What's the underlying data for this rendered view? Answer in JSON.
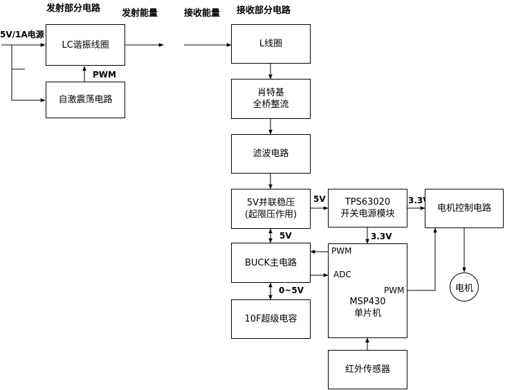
{
  "headings": {
    "tx_section": "发射部分电路",
    "tx_energy": "发射能量",
    "rx_energy": "接收能量",
    "rx_section": "接收部分电路"
  },
  "blocks": {
    "lc_coil": "LC谐振线圈",
    "self_osc": "自激震荡电路",
    "l_coil": "L线圈",
    "schottky_1": "肖特基",
    "schottky_2": "全桥整流",
    "filter": "滤波电路",
    "shunt_1": "5V并联稳压",
    "shunt_2": "(起限压作用)",
    "tps_1": "TPS63020",
    "tps_2": "开关电源模块",
    "motor_ctrl": "电机控制电路",
    "buck": "BUCK主电路",
    "supercap": "10F超级电容",
    "mcu_1": "MSP430",
    "mcu_2": "单片机",
    "ir": "红外传感器",
    "motor": "电机"
  },
  "signals": {
    "power_in": "5V/1A电源",
    "pwm_osc": "PWM",
    "v5_tps": "5V",
    "v33_motor": "3.3V",
    "v33_mcu": "3.3V",
    "v5_buck": "5V",
    "v0_5_cap": "0~5V",
    "mcu_pwm_in": "PWM",
    "mcu_adc": "ADC",
    "mcu_pwm_out": "PWM"
  }
}
